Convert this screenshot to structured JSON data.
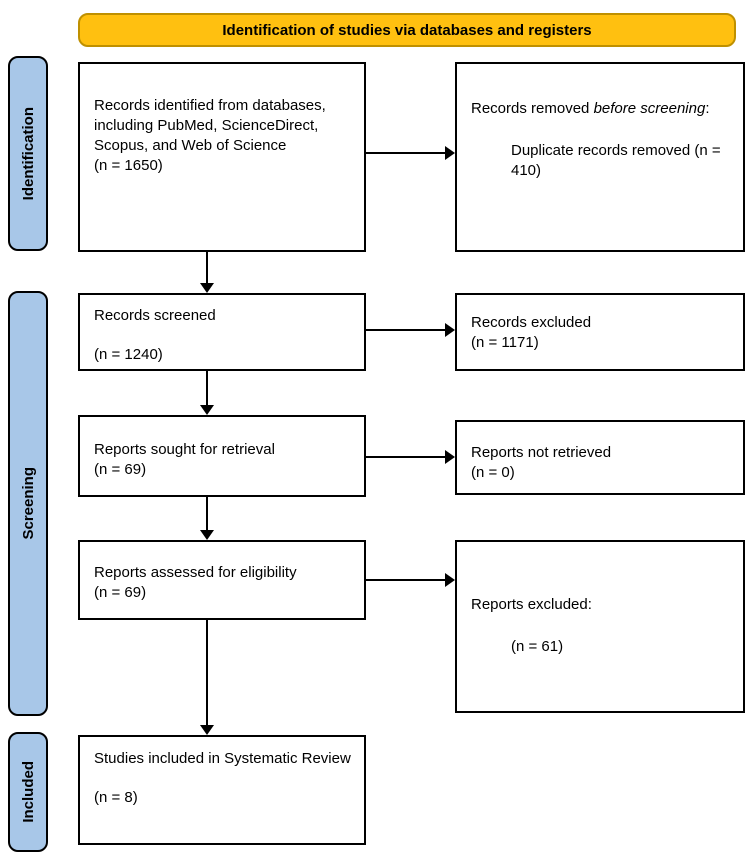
{
  "banner": {
    "label": "Identification of studies via databases and registers"
  },
  "sidebar": {
    "identification": "Identification",
    "screening": "Screening",
    "included": "Included"
  },
  "boxes": {
    "identified": {
      "line1": "Records identified from databases, including PubMed, ScienceDirect, Scopus, and Web of Science",
      "line2": "(n = 1650)"
    },
    "removed": {
      "prefix": "Records removed ",
      "italic": "before screening",
      "suffix": ":",
      "detail": "Duplicate records removed (n = 410)"
    },
    "screened": {
      "line1": "Records screened",
      "line2": "(n = 1240)"
    },
    "records_excluded": {
      "line1": "Records excluded",
      "line2": "(n = 1171)"
    },
    "sought": {
      "line1": "Reports sought for retrieval",
      "line2": "(n = 69)"
    },
    "not_retrieved": {
      "line1": "Reports not retrieved",
      "line2": "(n = 0)"
    },
    "assessed": {
      "line1": "Reports assessed for eligibility",
      "line2": "(n = 69)"
    },
    "reports_excluded": {
      "line1": "Reports excluded:",
      "line2": "(n = 61)"
    },
    "included": {
      "line1": "Studies included in Systematic Review",
      "line2": "(n = 8)"
    }
  },
  "colors": {
    "banner_bg": "#FFC010",
    "banner_border": "#BF9000",
    "stage_bg": "#A8C7E8"
  }
}
